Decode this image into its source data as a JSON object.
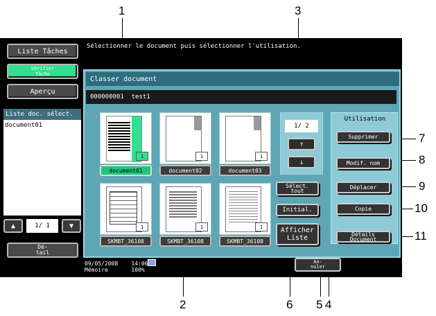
{
  "callouts": {
    "top": [
      "1",
      "3"
    ],
    "right": [
      "7",
      "8",
      "9",
      "10",
      "11"
    ],
    "bottom": [
      "2",
      "6",
      "5",
      "4"
    ]
  },
  "left_panel": {
    "job_list": "Liste Tâches",
    "check_job": "Vérifier\nTâche",
    "preview": "Aperçu",
    "selected_list_header": "Liste doc. sélect.",
    "selected_items": [
      "document01"
    ],
    "pager": {
      "prev_icon": "up-arrow-icon",
      "next_icon": "down-arrow-icon",
      "page": "1/ 1"
    },
    "detail": "Dé-\ntail"
  },
  "message": "Sélectionner le document puis sélectionner l'utilisation.",
  "window": {
    "title": "Classer document",
    "box_info": "000000001  test1"
  },
  "thumbnails": [
    {
      "label": "document01",
      "page": "1",
      "selected": true
    },
    {
      "label": "document02",
      "page": "1",
      "selected": false
    },
    {
      "label": "document03",
      "page": "1",
      "selected": false
    },
    {
      "label": "SKMBT_36108",
      "page": "1",
      "selected": false
    },
    {
      "label": "SKMBT_36108",
      "page": "1",
      "selected": false
    },
    {
      "label": "SKMBT_36108",
      "page": "1",
      "selected": false
    }
  ],
  "pager": {
    "page": "1/ 2",
    "up_icon": "up-arrow-icon",
    "down_icon": "down-arrow-icon"
  },
  "actions": {
    "select_all": "Sélect.\ntout",
    "reset": "Initial.",
    "show_list": "Afficher\nListe"
  },
  "utilisation": {
    "title": "Utilisation",
    "buttons": [
      "Supprimer",
      "Modif. nom",
      "Déplacer",
      "Copie",
      "Détails\nDocument"
    ]
  },
  "status": {
    "datetime": "09/05/2008    14:06",
    "memory": "Mémoire       100%"
  },
  "cancel": "An-\nnuler",
  "colors": {
    "teal": "#5ea6b5",
    "selected_green": "#1ec67a",
    "panel_black": "#000000"
  }
}
